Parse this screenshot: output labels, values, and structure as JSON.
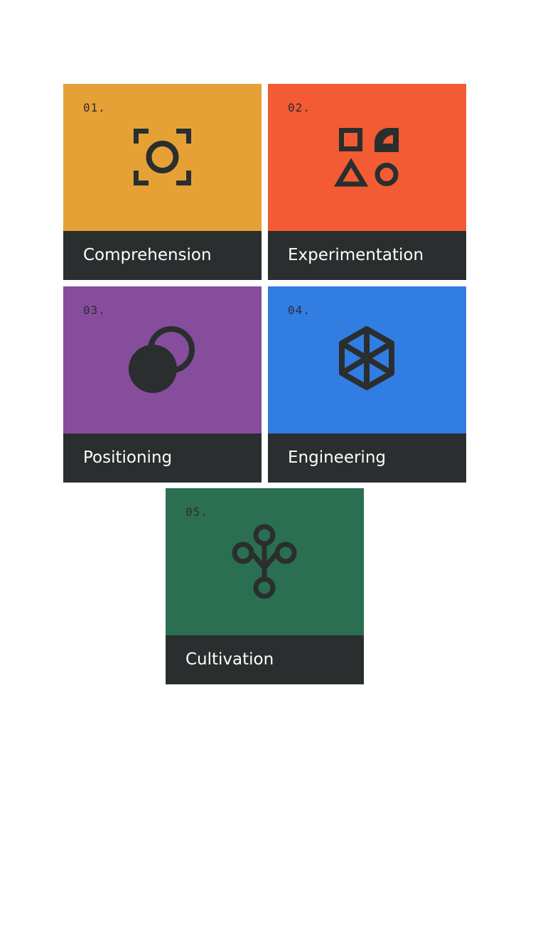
{
  "colors": {
    "dark": "#2a2e2e",
    "card_1": "#e6a136",
    "card_2": "#f25b33",
    "card_3": "#874d9d",
    "card_4": "#327de2",
    "card_5": "#2a6f52"
  },
  "cards": [
    {
      "number": "01.",
      "label": "Comprehension",
      "icon": "focus-target-icon"
    },
    {
      "number": "02.",
      "label": "Experimentation",
      "icon": "shapes-icon"
    },
    {
      "number": "03.",
      "label": "Positioning",
      "icon": "overlapping-circles-icon"
    },
    {
      "number": "04.",
      "label": "Engineering",
      "icon": "hexagon-icon"
    },
    {
      "number": "05.",
      "label": "Cultivation",
      "icon": "branch-nodes-icon"
    }
  ]
}
